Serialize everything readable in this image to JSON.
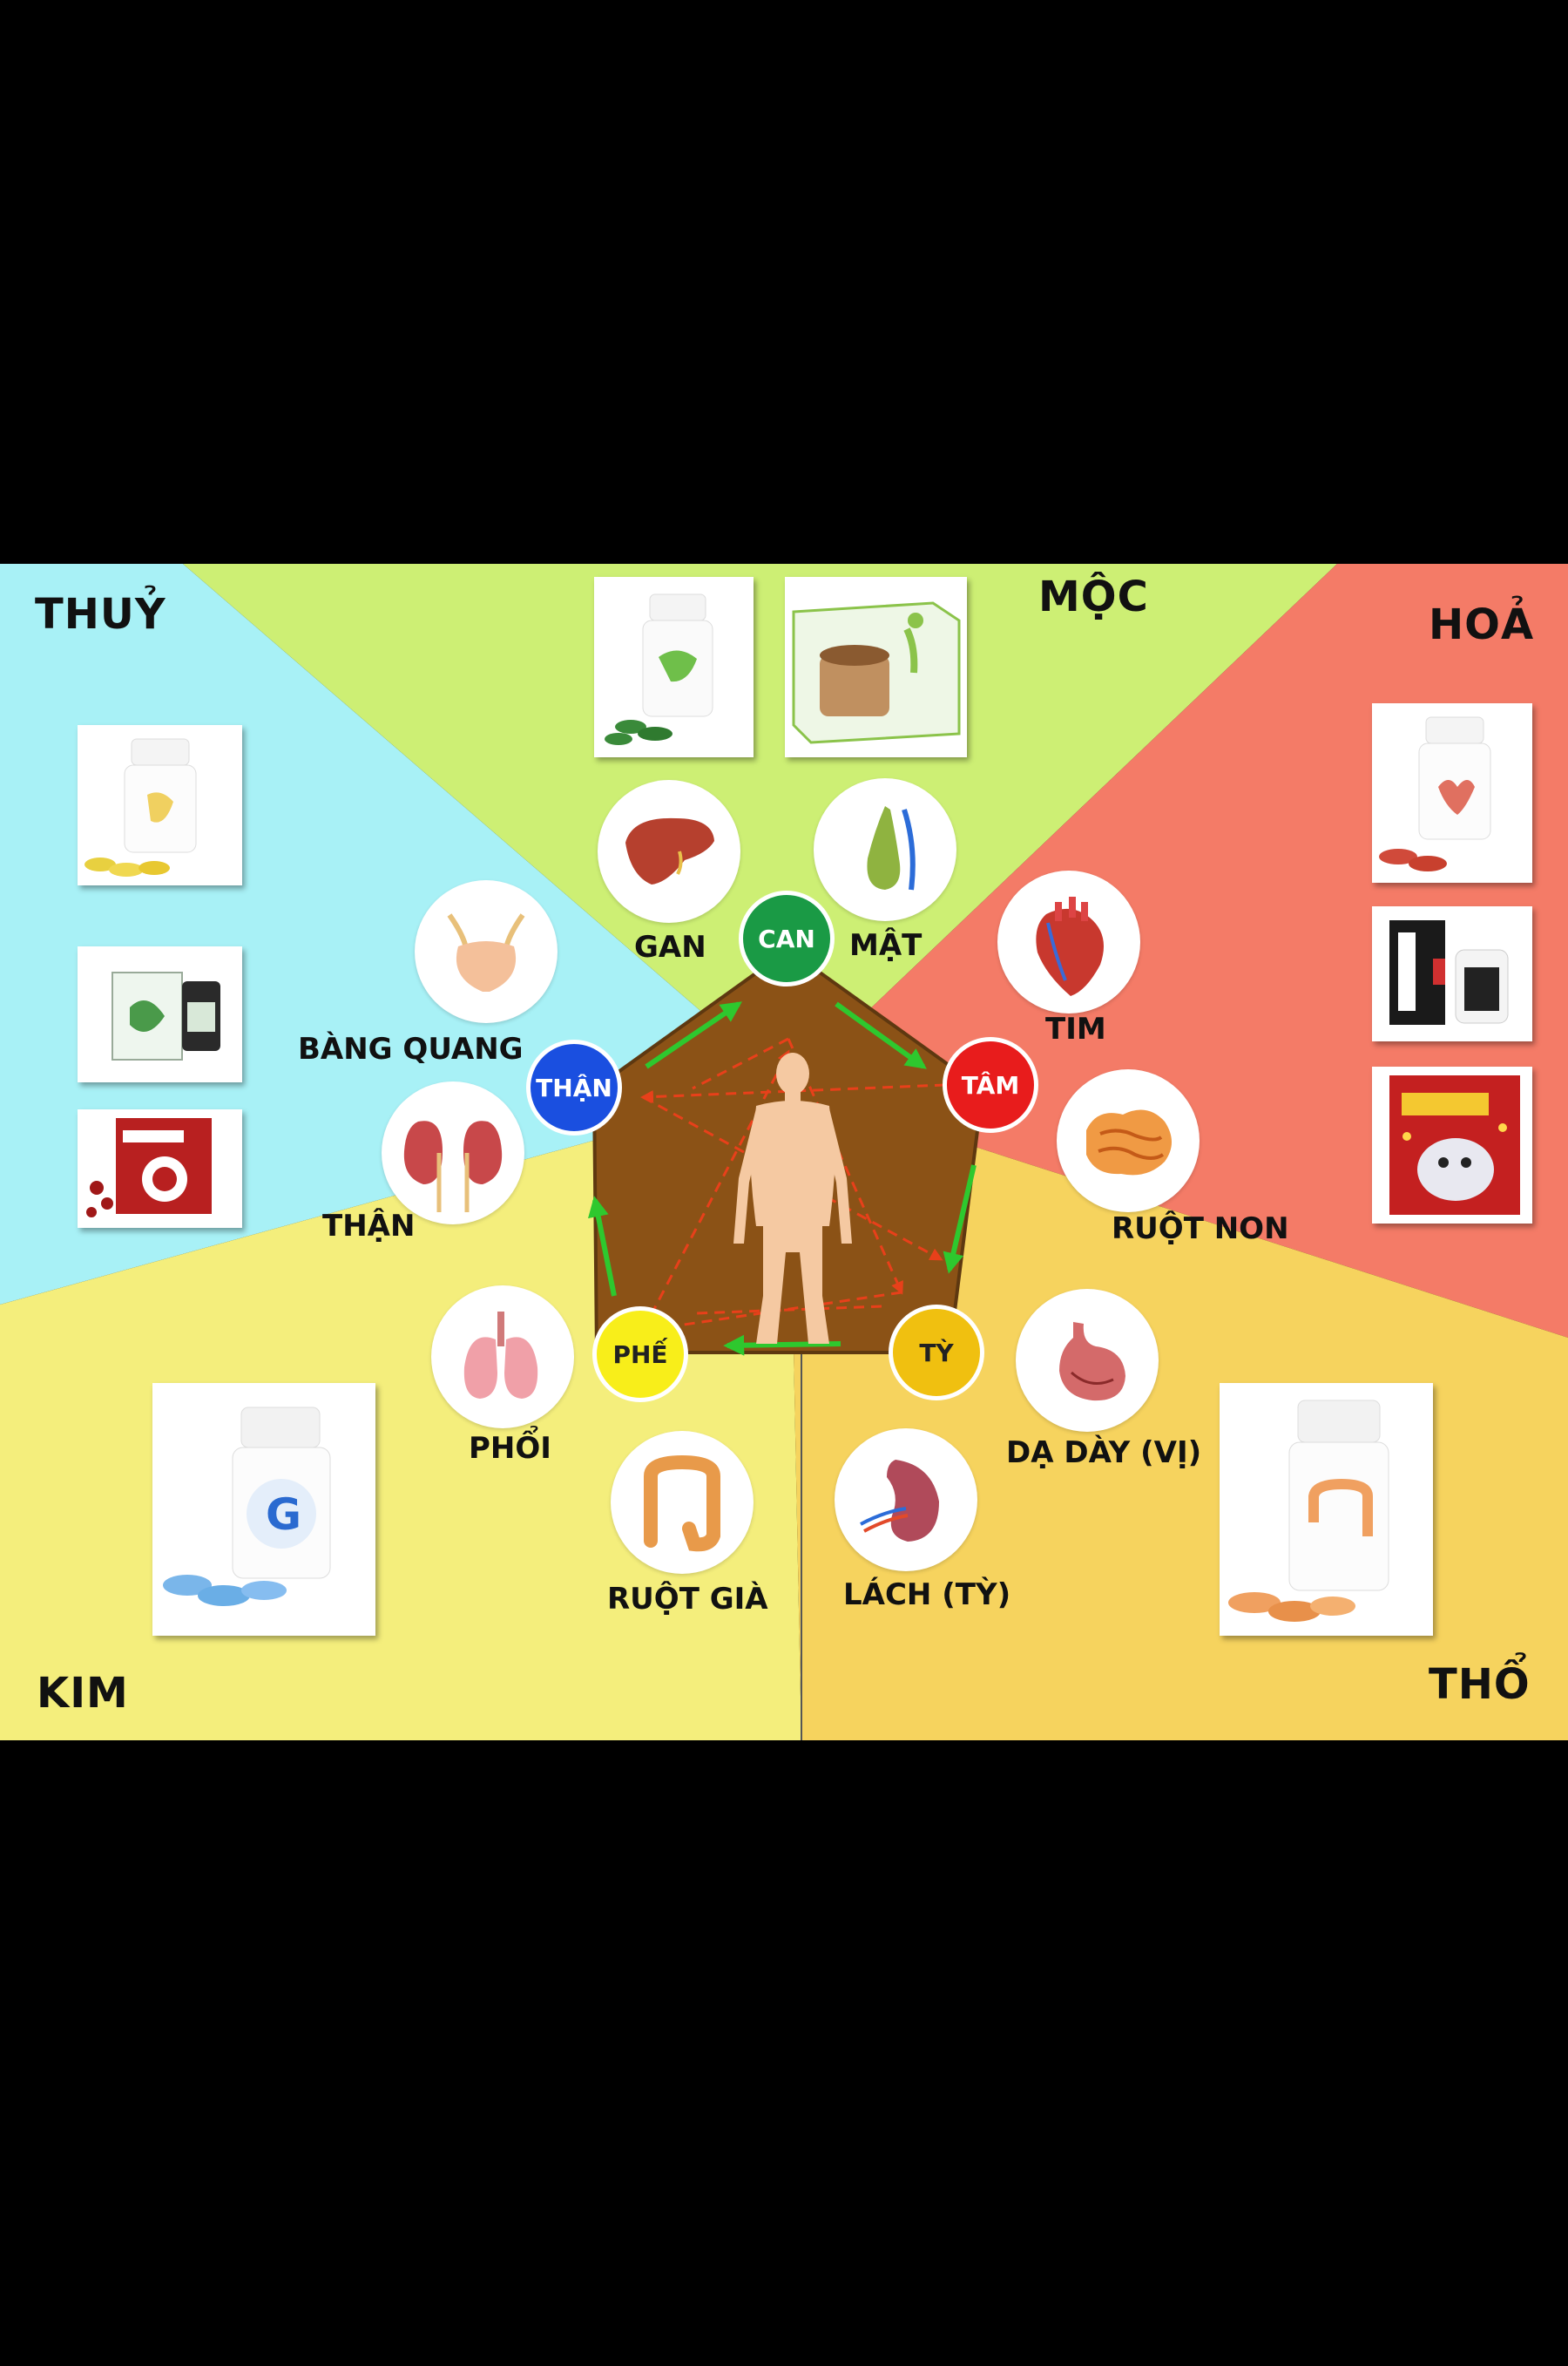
{
  "elements": {
    "thuy": "THUỶ",
    "moc": "MỘC",
    "hoa": "HOẢ",
    "kim": "KIM",
    "tho": "THỔ"
  },
  "nodes": {
    "can": "CAN",
    "tam": "TÂM",
    "ty": "TỲ",
    "phe": "PHẾ",
    "than": "THẬN"
  },
  "organs": {
    "gan": "GAN",
    "mat": "MẬT",
    "tim": "TIM",
    "ruot_non": "RUỘT NON",
    "da_day": "DẠ DÀY (VỊ)",
    "lach": "LÁCH (TỲ)",
    "ruot_gia": "RUỘT GIÀ",
    "phoi": "PHỔI",
    "bang_quang": "BÀNG QUANG",
    "than": "THẬN"
  },
  "colors": {
    "thuy": "#a8f1f6",
    "moc": "#cdef74",
    "hoa": "#f47b67",
    "kim": "#f4ee7c",
    "tho": "#f6d35e",
    "pentagon": "#8b5216",
    "can": "#1a9a45",
    "tam": "#e81c1c",
    "ty": "#f0c010",
    "phe": "#f8ee1a",
    "than": "#1a4fe0"
  }
}
